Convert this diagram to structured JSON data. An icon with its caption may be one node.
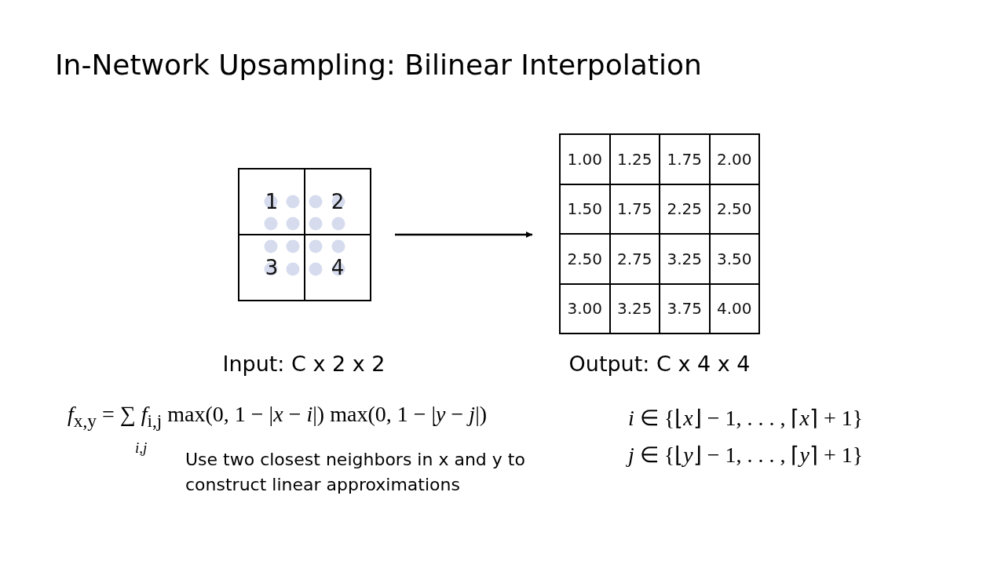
{
  "diagram": {
    "title": "In-Network Upsampling: Bilinear Interpolation",
    "nodes": [
      {
        "text": [
          "1",
          "2",
          "3",
          "4"
        ],
        "beside": [
          "Input: C x 2 x 2"
        ]
      },
      {
        "text": [
          "1.00",
          "1.25",
          "1.75",
          "2.00",
          "1.50",
          "1.75",
          "2.25",
          "2.50",
          "2.50",
          "2.75",
          "3.25",
          "3.50",
          "3.00",
          "3.25",
          "3.75",
          "4.00"
        ],
        "beside": [
          "Output: C x 4 x 4"
        ]
      }
    ],
    "edges": [
      {
        "from": 0,
        "to": 1,
        "arrow": "to"
      }
    ],
    "labels": [
      "*f*$_{x,y}$ = ∑ *f*$_{i,j}$ max(0, 1 − |*x* − *i*|) max(0, 1 − |*y* − *j*|)",
      "*i* ∈ {⌊*x*⌋ − 1, . . . , ⌈*x*⌉ + 1}",
      "i,j",
      "*j* ∈ {⌊*y*⌋ − 1, . . . , ⌈*y*⌉ + 1}",
      "Use two closest neighbors in x and y to construct linear approximations"
    ]
  }
}
